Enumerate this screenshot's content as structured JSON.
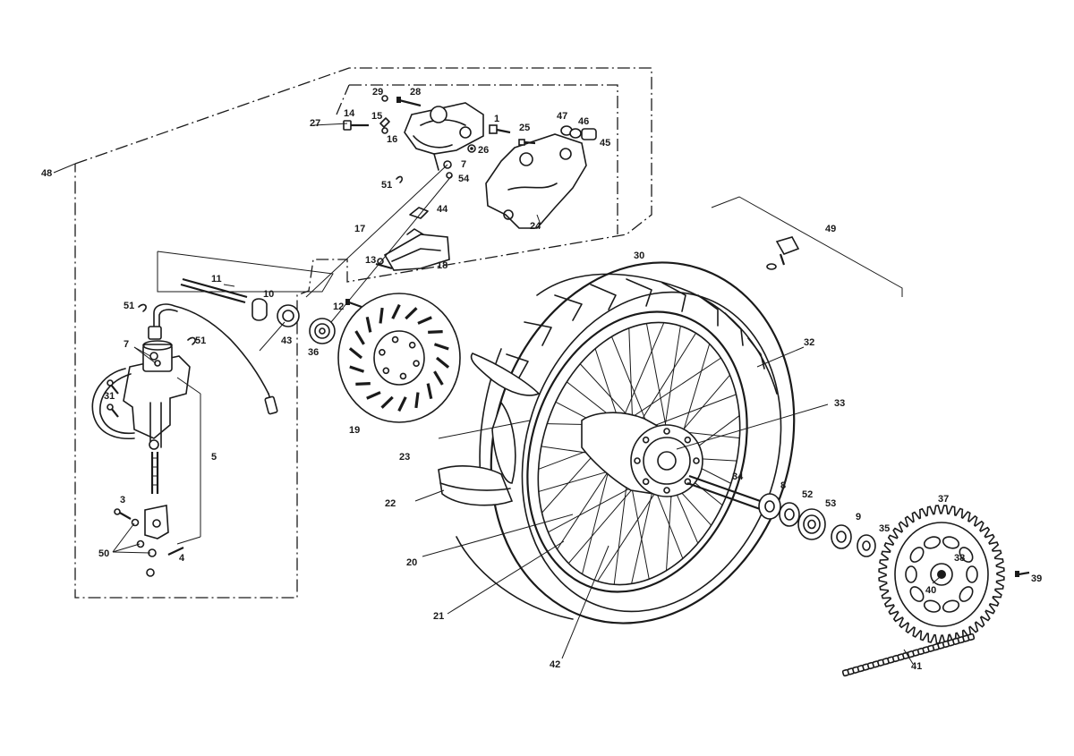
{
  "callouts": [
    {
      "id": "c1",
      "label": "1"
    },
    {
      "id": "c3",
      "label": "3"
    },
    {
      "id": "c4",
      "label": "4"
    },
    {
      "id": "c5",
      "label": "5"
    },
    {
      "id": "c7a",
      "label": "7"
    },
    {
      "id": "c7b",
      "label": "7"
    },
    {
      "id": "c8",
      "label": "8"
    },
    {
      "id": "c9",
      "label": "9"
    },
    {
      "id": "c10",
      "label": "10"
    },
    {
      "id": "c11",
      "label": "11"
    },
    {
      "id": "c12",
      "label": "12"
    },
    {
      "id": "c13",
      "label": "13"
    },
    {
      "id": "c14",
      "label": "14"
    },
    {
      "id": "c15",
      "label": "15"
    },
    {
      "id": "c16",
      "label": "16"
    },
    {
      "id": "c17",
      "label": "17"
    },
    {
      "id": "c18",
      "label": "18"
    },
    {
      "id": "c19",
      "label": "19"
    },
    {
      "id": "c20",
      "label": "20"
    },
    {
      "id": "c21",
      "label": "21"
    },
    {
      "id": "c22",
      "label": "22"
    },
    {
      "id": "c23",
      "label": "23"
    },
    {
      "id": "c24",
      "label": "24"
    },
    {
      "id": "c25",
      "label": "25"
    },
    {
      "id": "c26",
      "label": "26"
    },
    {
      "id": "c27",
      "label": "27"
    },
    {
      "id": "c28",
      "label": "28"
    },
    {
      "id": "c29",
      "label": "29"
    },
    {
      "id": "c30",
      "label": "30"
    },
    {
      "id": "c31",
      "label": "31"
    },
    {
      "id": "c32",
      "label": "32"
    },
    {
      "id": "c33",
      "label": "33"
    },
    {
      "id": "c34",
      "label": "34"
    },
    {
      "id": "c35",
      "label": "35"
    },
    {
      "id": "c36",
      "label": "36"
    },
    {
      "id": "c37",
      "label": "37"
    },
    {
      "id": "c38a",
      "label": "38"
    },
    {
      "id": "c39",
      "label": "39"
    },
    {
      "id": "c40",
      "label": "40"
    },
    {
      "id": "c41",
      "label": "41"
    },
    {
      "id": "c42",
      "label": "42"
    },
    {
      "id": "c43",
      "label": "43"
    },
    {
      "id": "c44",
      "label": "44"
    },
    {
      "id": "c45",
      "label": "45"
    },
    {
      "id": "c46",
      "label": "46"
    },
    {
      "id": "c47",
      "label": "47"
    },
    {
      "id": "c48",
      "label": "48"
    },
    {
      "id": "c49",
      "label": "49"
    },
    {
      "id": "c50",
      "label": "50"
    },
    {
      "id": "c51a",
      "label": "51"
    },
    {
      "id": "c51b",
      "label": "51"
    },
    {
      "id": "c51c",
      "label": "51"
    },
    {
      "id": "c52",
      "label": "52"
    },
    {
      "id": "c53",
      "label": "53"
    },
    {
      "id": "c54",
      "label": "54"
    }
  ]
}
